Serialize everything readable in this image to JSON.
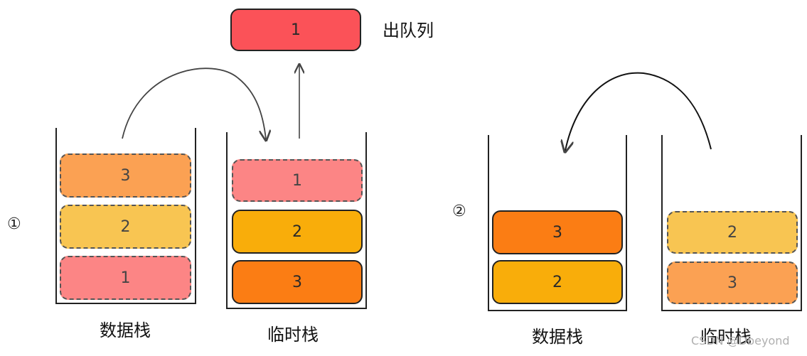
{
  "dequeued": {
    "value": "1",
    "label": "出队列"
  },
  "panel1": {
    "step": "①",
    "data_stack": {
      "label": "数据栈",
      "items": [
        "3",
        "2",
        "1"
      ]
    },
    "temp_stack": {
      "label": "临时栈",
      "items": [
        "1",
        "2",
        "3"
      ]
    }
  },
  "panel2": {
    "step": "②",
    "data_stack": {
      "label": "数据栈",
      "items": [
        "3",
        "2"
      ]
    },
    "temp_stack": {
      "label": "临时栈",
      "items": [
        "2",
        "3"
      ]
    }
  },
  "watermark": "CSDN @Dbeyond",
  "colors": {
    "red": "#fb5258",
    "pink": "#fc8585",
    "yellow": "#f8c552",
    "amber": "#f9ad0a",
    "orange": "#fb7d14",
    "light_orange": "#fba153",
    "border": "#222222",
    "arrow": "#444444"
  }
}
